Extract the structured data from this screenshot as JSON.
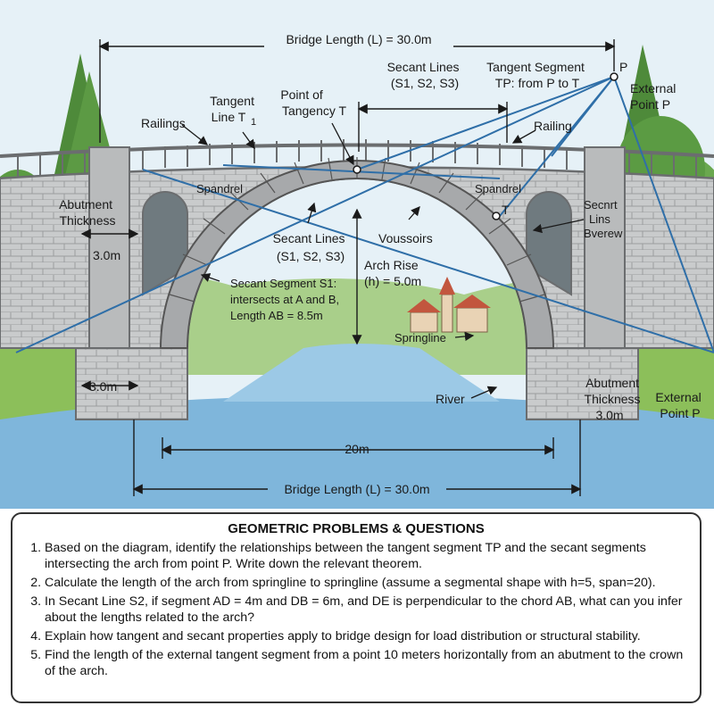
{
  "diagram": {
    "bridge_length_top": "Bridge Length (L) = 30.0m",
    "bridge_length_bottom": "Bridge Length (L) = 30.0m",
    "secant_lines_top": [
      "Secant Lines",
      "(S1, S2, S3)"
    ],
    "tangent_segment": [
      "Tangent Segment",
      "TP: from P to T"
    ],
    "p_label": "P",
    "external_point_top": [
      "External",
      "Point P"
    ],
    "tangent_line": [
      "Tangent",
      "Line T"
    ],
    "tangent_subscript": "1",
    "point_of_tangency": [
      "Point of",
      "Tangency T"
    ],
    "railings": "Railings",
    "railing": "Railing",
    "spandrel_left": "Spandrel",
    "spandrel_right": "Spandrel",
    "t_label": "T",
    "abutment_thickness_left": [
      "Abutment",
      "Thickness"
    ],
    "dim_3m_left_upper": "3.0m",
    "secant_lines_center": [
      "Secant Lines",
      "(S1, S2, S3)"
    ],
    "voussoirs": "Voussoirs",
    "secant_garbled": [
      "Secnrt",
      "Lins",
      "Bverew"
    ],
    "secant_segment_s1": [
      "Secant Segment S1:",
      "intersects at A and B,",
      "Length AB = 8.5m"
    ],
    "arch_rise": [
      "Arch Rise",
      "(h) = 5.0m"
    ],
    "springline": "Springline",
    "dim_3m_left_lower": "3.0m",
    "river": "River",
    "abutment_thickness_right": [
      "Abutment",
      "Thickness",
      "3.0m"
    ],
    "external_point_right": [
      "External",
      "Point P"
    ],
    "span_20m": "20m",
    "colors": {
      "sky": "#e6f1f7",
      "stone": "#c9cbcc",
      "stone_dark": "#8f9193",
      "water": "#7fb6db",
      "grass": "#8cbf5a",
      "tangent_line": "#2f6fa8"
    }
  },
  "questions": {
    "title": "GEOMETRIC PROBLEMS & QUESTIONS",
    "items": [
      "Based on the diagram, identify the relationships between the tangent segment TP and the secant segments intersecting the arch from point P. Write down the relevant theorem.",
      "Calculate the length of the arch from springline to springline (assume a segmental shape with h=5, span=20).",
      "In Secant Line S2, if segment AD = 4m and DB = 6m, and DE is perpendicular to the chord AB, what can you infer about the lengths related to the arch?",
      "Explain how tangent and secant properties apply to bridge design for load distribution or structural stability.",
      "Find the length of the external tangent segment from a point 10 meters horizontally from an abutment to the crown of the arch."
    ]
  }
}
